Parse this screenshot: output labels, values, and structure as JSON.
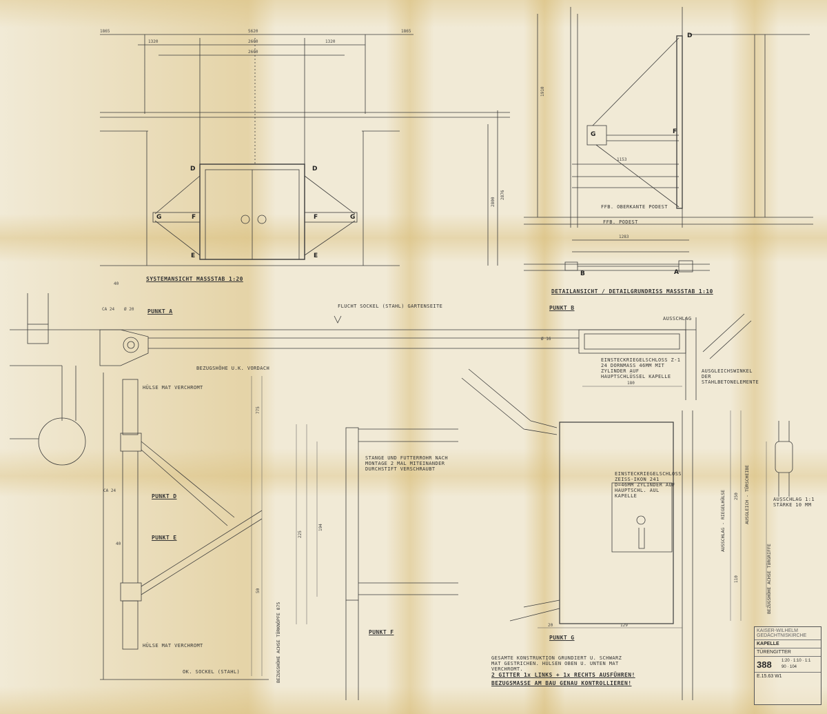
{
  "title_block": {
    "institution": "KAISER-WILHELM GEDÄCHTNISKIRCHE",
    "building": "KAPELLE",
    "subject": "TÜRENGITTER",
    "sheet_number": "388",
    "scales": "1:20 · 1:10 · 1:1",
    "dates": "90 · 104",
    "drawing_id": "E.15.63 W1"
  },
  "labels": {
    "system_view": "SYSTEMANSICHT MASSSTAB 1:20",
    "detail_view": "DETAILANSICHT / DETAILGRUNDRISS MASSSTAB 1:10",
    "punkt_a": "PUNKT A",
    "punkt_b": "PUNKT B",
    "punkt_d": "PUNKT D",
    "punkt_e": "PUNKT E",
    "punkt_f": "PUNKT F",
    "punkt_g": "PUNKT G",
    "flucht_sockel": "FLUCHT SOCKEL (STAHL) GARTENSEITE",
    "bezugshoehe_vordach": "BEZUGSHÖHE U.K. VORDACH",
    "huelse_top": "HÜLSE MAT VERCHROMT",
    "huelse_bottom": "HÜLSE MAT VERCHROMT",
    "ok_sockel": "OK. SOCKEL (STAHL)",
    "bezugshoehe_achse_turknopfe": "BEZUGSHÖHE ACHSE TÜRKNÖPFE 875",
    "bezugshoehe_achse_turgriffe": "BEZUGSHÖHE ACHSE TÜRGRIFFE",
    "stange_note": "STANGE UND FUTTERROHR NACH MONTAGE 2 MAL MITEINANDER DURCHSTIFT VERSCHRAUBT",
    "einsteckriegel_b": "EINSTECKRIEGELSCHLOSS Z-1 24 DORNMASS 46MM MIT ZYLINDER AUF HAUPTSCHLÜSSEL KAPELLE",
    "einsteckriegel_g": "EINSTECKRIEGELSCHLOSS ZEISS-IKON 241 D=46MM ZYLINDER AUF HAUPTSCHL. AUL KAPELLE",
    "ausgleichswinkel": "AUSGLEICHSWINKEL DER STAHLBETONELEMENTE",
    "ausschlag": "AUSSCHLAG",
    "ausschlag_staerke": "AUSSCHLAG 1:1 STÄRKE 10 MM",
    "ausschlag_vertical": "AUSSCHLAG - RIEGELHÜLSE",
    "ausgleich_vertical": "AUSGLEICH - TÜRSCHEIBE",
    "fuss_ok_top": "FFB. OBERKANTE PODEST",
    "fuss_ok_bottom": "FFB. PODEST",
    "note_paint": "GESAMTE KONSTRUKTION GRUNDIERT U. SCHWARZ MAT GESTRICHEN. HÜLSEN OBEN U. UNTEN MAT VERCHROMT.",
    "note_count": "2 GITTER 1x LINKS + 1x RECHTS AUSFÜHREN!",
    "note_measure": "BEZUGSMASSE AM BAU GENAU KONTROLLIEREN!",
    "ca24_top": "CA 24",
    "ca24_mid": "CA 24",
    "dia16_b": "Ø 16",
    "dia_20_a": "Ø 20"
  },
  "dimensions": {
    "top_total": "5620",
    "top_left": "1865",
    "top_right": "1865",
    "top_mid": "2600",
    "top_sub_left": "1320",
    "top_sub_right": "1320",
    "top_inner": "2600",
    "side_a": "2800",
    "side_b": "2876",
    "detail_width": "1283",
    "detail_sub": "1153",
    "detail_h": "1910",
    "pt_a_40": "40",
    "pt_d_40": "40",
    "v_775": "775",
    "v_50": "50",
    "v_225": "225",
    "v_194": "194",
    "h_20_g": "20",
    "h_129": "129",
    "h_180": "180",
    "v_110": "110",
    "v_250": "250"
  },
  "point_letters": {
    "d1": "D",
    "d2": "D",
    "d3": "D",
    "f1": "F",
    "f2": "F",
    "f3": "F",
    "g1": "G",
    "g2": "G",
    "g3": "G",
    "e1": "E",
    "e2": "E",
    "a1": "A",
    "b1": "B"
  },
  "colors": {
    "paper": "#f1ead6",
    "ink": "#2a2a2a",
    "stain": "#d6b86e"
  }
}
